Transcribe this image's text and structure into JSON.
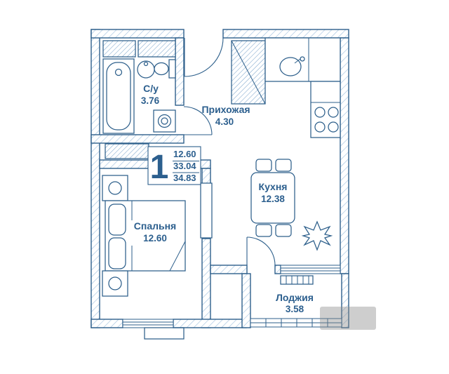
{
  "stamp": {
    "rooms_count": "1",
    "living_area": "12.60",
    "area": "33.04",
    "total_area": "34.83"
  },
  "rooms": {
    "bathroom": {
      "label": "С/у",
      "area": "3.76"
    },
    "hallway": {
      "label": "Прихожая",
      "area": "4.30"
    },
    "kitchen": {
      "label": "Кухня",
      "area": "12.38"
    },
    "bedroom": {
      "label": "Спальня",
      "area": "12.60"
    },
    "loggia": {
      "label": "Лоджия",
      "area": "3.58"
    }
  },
  "colors": {
    "line": "#2d5f8b",
    "wall_hatch": "#aac7e2",
    "furniture_hatch": "#7fa8cd",
    "text": "#2c5f8e",
    "watermark": "#8a8a8a"
  }
}
